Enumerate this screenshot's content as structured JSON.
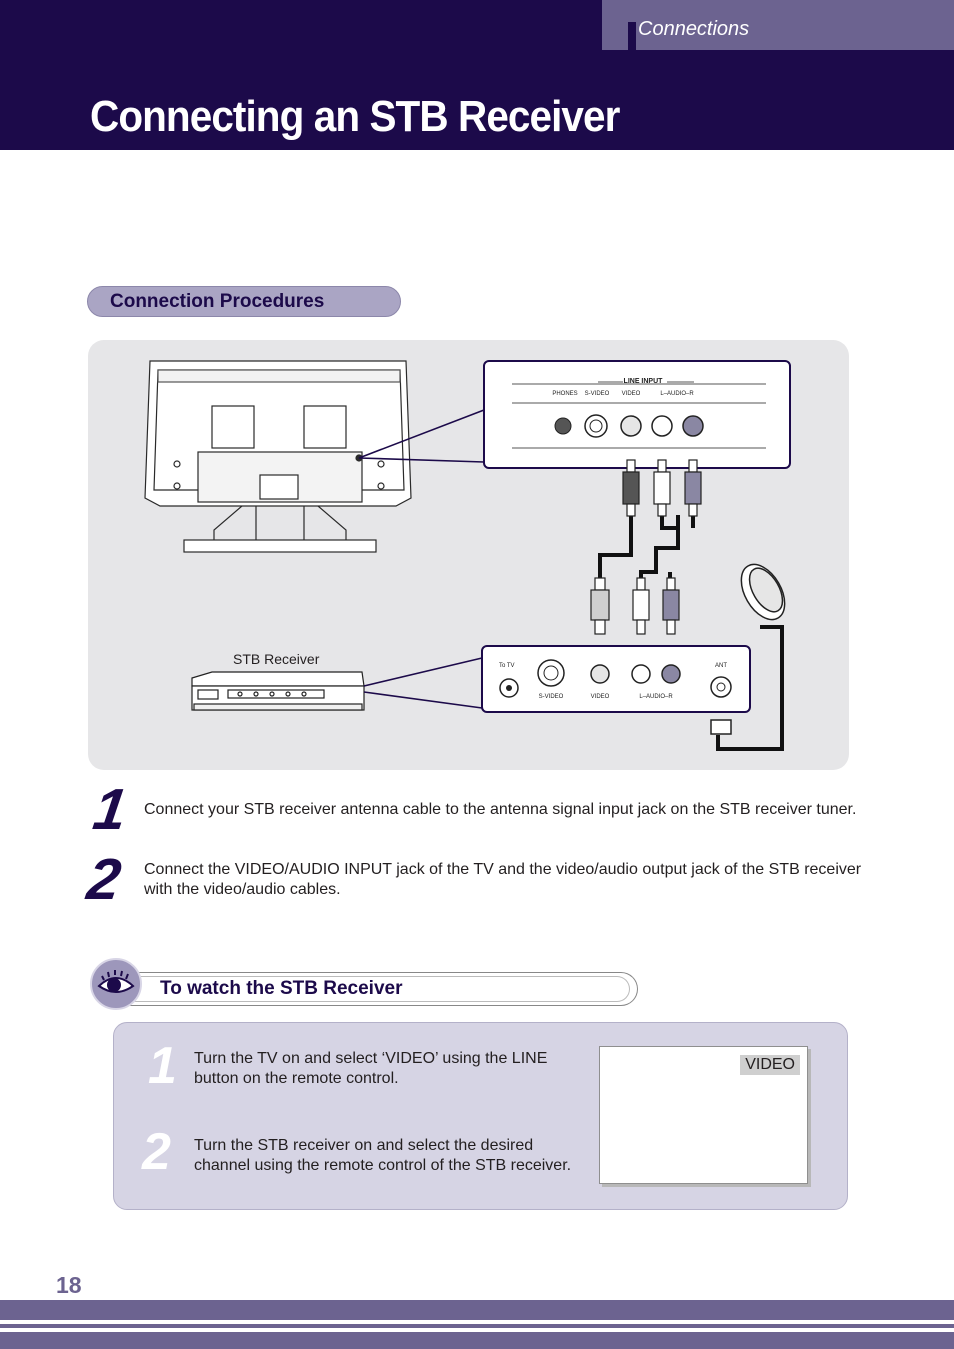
{
  "header": {
    "section_label": "Connections",
    "title": "Connecting an STB Receiver"
  },
  "procedures": {
    "heading": "Connection Procedures",
    "diagram": {
      "tv_panel": {
        "group_label": "LINE INPUT",
        "labels": [
          "PHONES",
          "S-VIDEO",
          "VIDEO",
          "L–AUDIO–R"
        ]
      },
      "stb_label": "STB Receiver",
      "stb_panel": {
        "to_tv": "To TV",
        "labels": [
          "S-VIDEO",
          "VIDEO",
          "L–AUDIO–R"
        ],
        "ant": "ANT"
      }
    },
    "steps": [
      {
        "number": "1",
        "text": "Connect your STB receiver antenna cable to the antenna signal input jack on the STB receiver tuner."
      },
      {
        "number": "2",
        "text": "Connect the VIDEO/AUDIO INPUT jack of the TV and the video/audio output jack of the STB receiver with the video/audio cables."
      }
    ]
  },
  "watch": {
    "heading": "To watch the STB Receiver",
    "steps": [
      {
        "number": "1",
        "text": "Turn the TV on and select ‘VIDEO’ using the LINE button on the remote control."
      },
      {
        "number": "2",
        "text": "Turn the STB receiver on and select the desired channel using the remote control of the STB receiver."
      }
    ],
    "screen_label": "VIDEO"
  },
  "footer": {
    "page_number": "18"
  },
  "colors": {
    "header_bg": "#1c0a4a",
    "accent": "#6c6390",
    "pill": "#aaa5c4",
    "panel": "#e6e6e8",
    "watch_panel": "#d6d4e4"
  }
}
